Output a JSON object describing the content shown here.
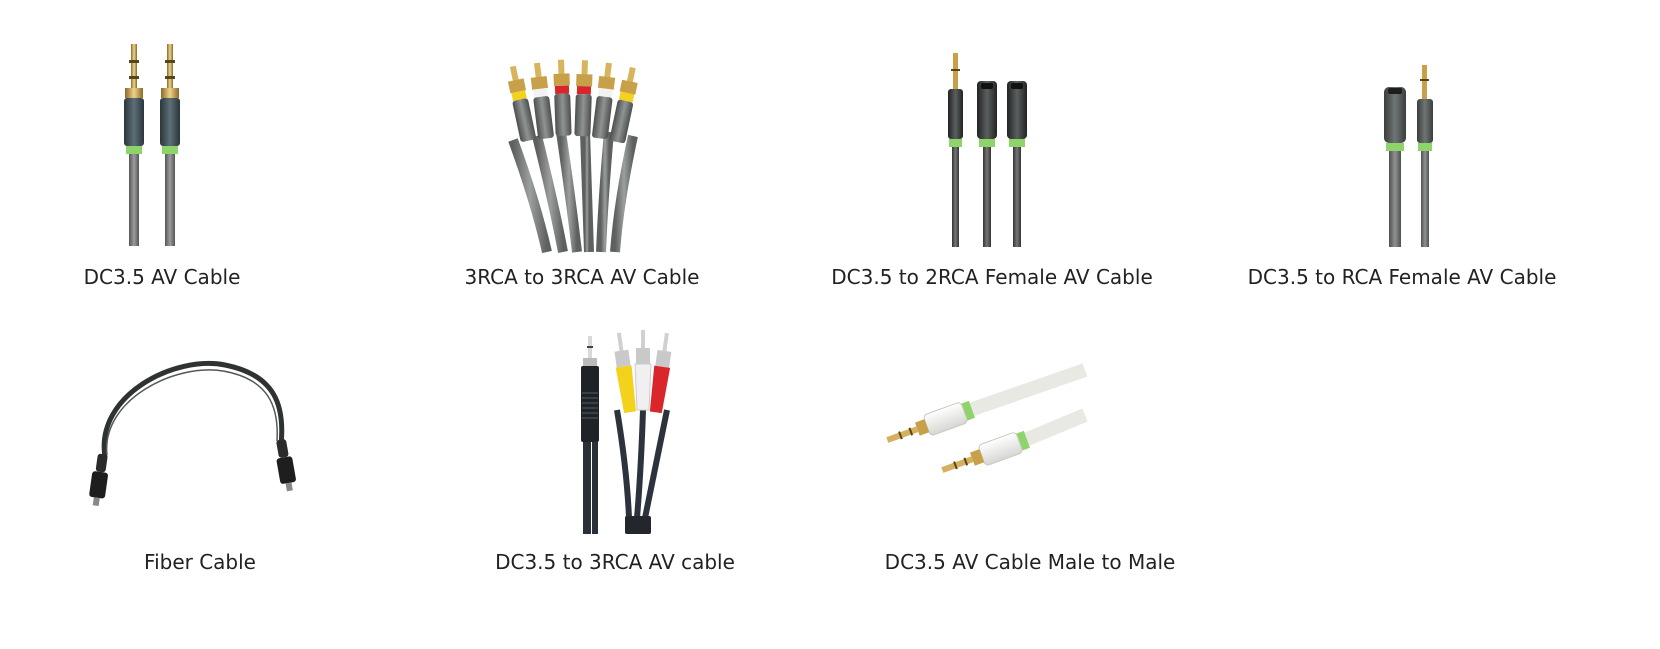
{
  "products": [
    {
      "name": "DC3.5 AV Cable",
      "icon": "dc35-av-cable-icon"
    },
    {
      "name": "3RCA to 3RCA AV Cable",
      "icon": "3rca-to-3rca-av-cable-icon"
    },
    {
      "name": "DC3.5 to 2RCA Female AV Cable",
      "icon": "dc35-to-2rca-female-av-cable-icon"
    },
    {
      "name": "DC3.5 to RCA Female AV Cable",
      "icon": "dc35-to-rca-female-av-cable-icon"
    },
    {
      "name": "Fiber Cable",
      "icon": "fiber-cable-icon"
    },
    {
      "name": "DC3.5 to 3RCA AV cable",
      "icon": "dc35-to-3rca-av-cable-icon"
    },
    {
      "name": "DC3.5 AV Cable Male to Male",
      "icon": "dc35-av-cable-male-to-male-icon"
    }
  ],
  "colors": {
    "text": "#222222",
    "cable_gray": "#6f7270",
    "connector_dark": "#3d4a50",
    "gold": "#c9a04a",
    "accent_green": "#8ed46a",
    "rca_yellow": "#f2d21b",
    "rca_red": "#d8262b",
    "rca_white": "#f2f2f2"
  }
}
